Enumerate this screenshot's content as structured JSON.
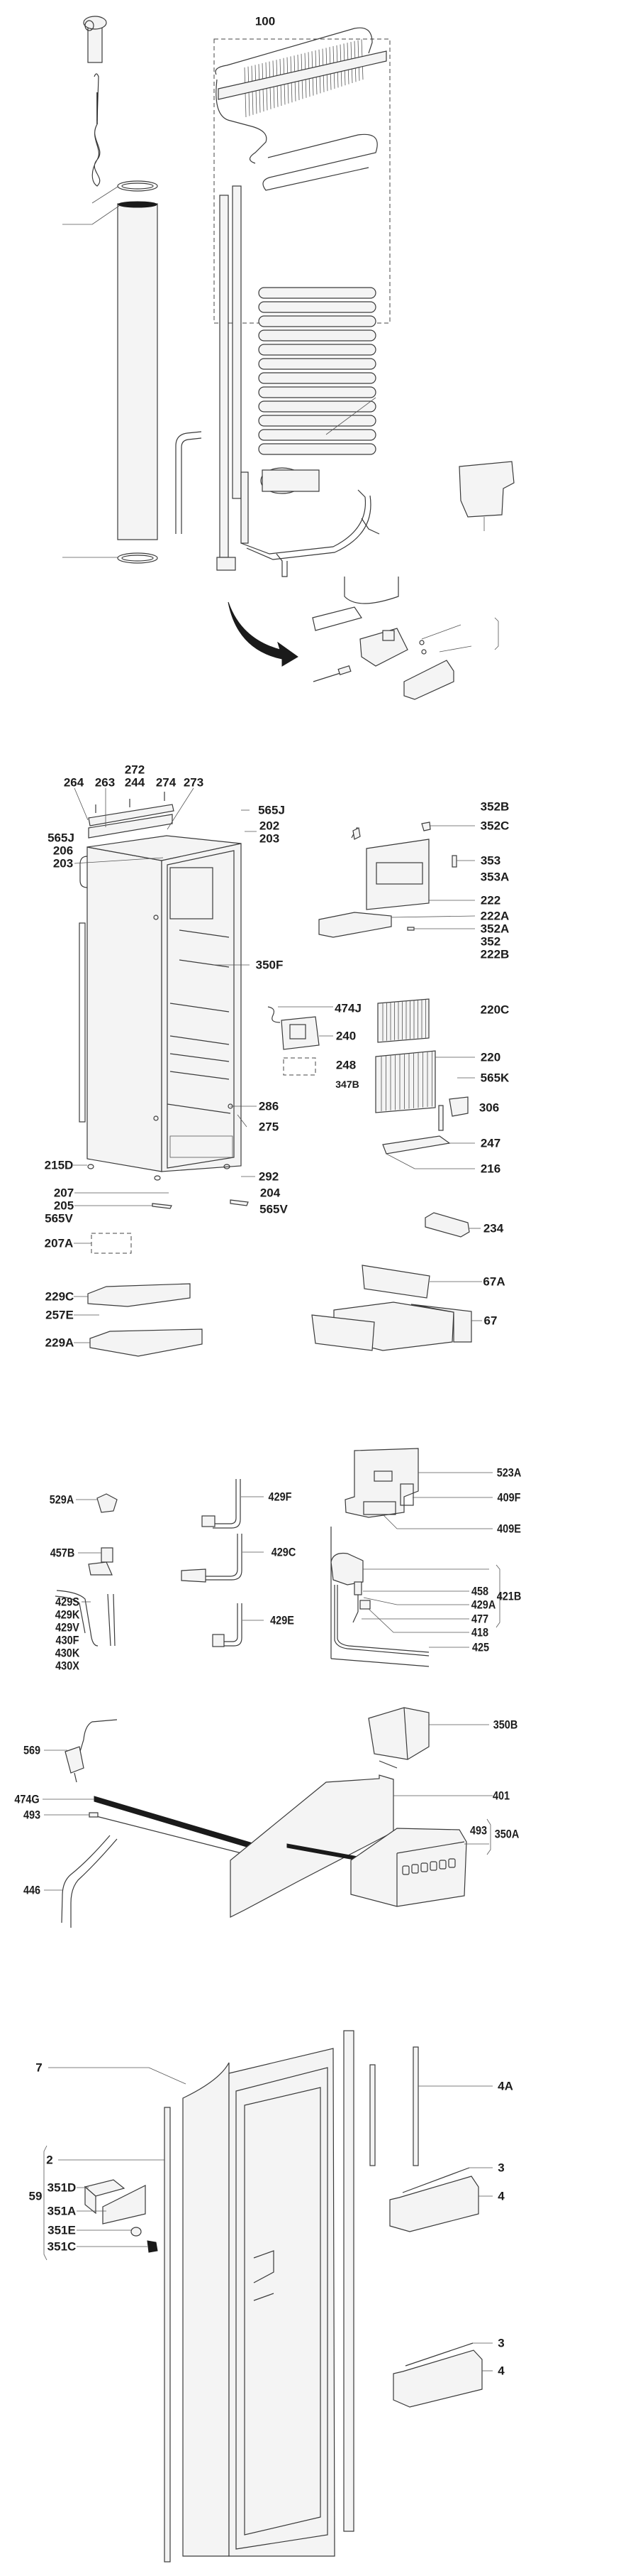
{
  "diagram": {
    "sections": [
      {
        "name": "cooling-unit",
        "labels": [
          "100"
        ]
      },
      {
        "name": "cabinet",
        "labels": [
          "264",
          "263",
          "272",
          "244",
          "274",
          "273",
          "565J",
          "202",
          "203",
          "565J",
          "206",
          "203",
          "350F",
          "286",
          "275",
          "215D",
          "292",
          "207",
          "205",
          "565V",
          "204",
          "565V",
          "207A",
          "229C",
          "257E",
          "229A",
          "352B",
          "352C",
          "353",
          "353A",
          "222",
          "222A",
          "352A",
          "352",
          "222B",
          "474J",
          "240",
          "248",
          "347B",
          "220C",
          "220",
          "565K",
          "306",
          "247",
          "216",
          "234",
          "67A",
          "67"
        ]
      },
      {
        "name": "controls",
        "labels": [
          "529A",
          "457B",
          "429S",
          "429K",
          "429V",
          "430F",
          "430K",
          "430X",
          "429F",
          "429C",
          "429E",
          "523A",
          "409F",
          "409E",
          "458",
          "429A",
          "477",
          "418",
          "425",
          "421B",
          "350B",
          "569",
          "401",
          "474G",
          "493",
          "493",
          "350A",
          "446"
        ]
      },
      {
        "name": "door",
        "labels": [
          "7",
          "4A",
          "2",
          "59",
          "351D",
          "351A",
          "351E",
          "351C",
          "3",
          "4",
          "3",
          "4"
        ]
      }
    ]
  }
}
